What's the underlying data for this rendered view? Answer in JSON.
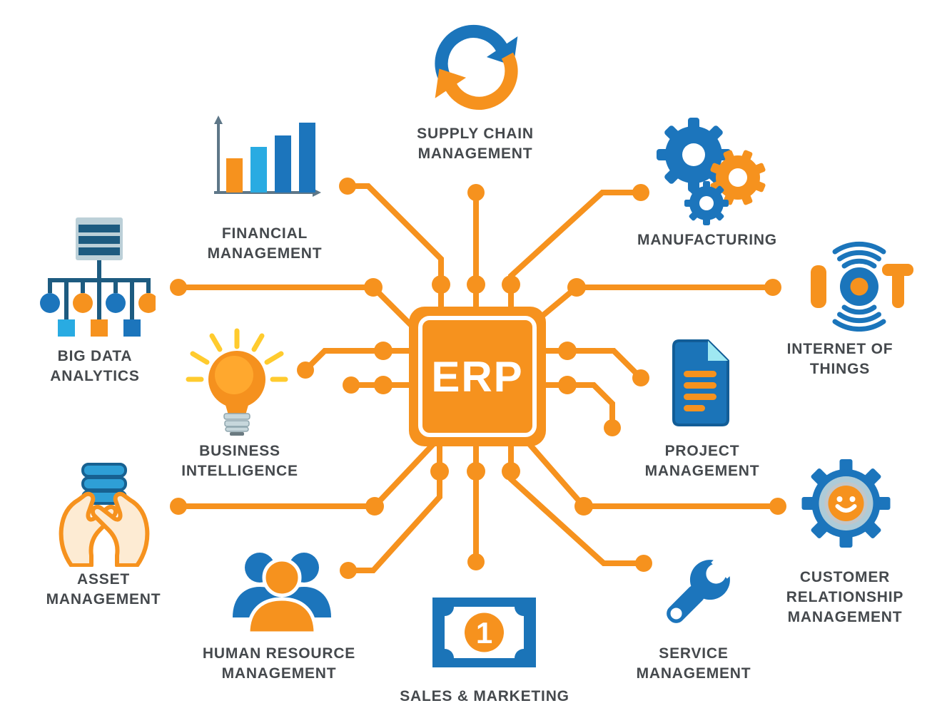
{
  "colors": {
    "accent_orange": "#F6921E",
    "accent_blue": "#1C75BC",
    "light_blue": "#29ABE2",
    "label_text": "#45494D",
    "ray_yellow": "#FFCB2E"
  },
  "center_chip": {
    "label": "ERP"
  },
  "modules": {
    "supply_chain": {
      "label": "SUPPLY CHAIN\nMANAGEMENT",
      "icon": "sync-arrows-icon"
    },
    "financial": {
      "label": "FINANCIAL\nMANAGEMENT",
      "icon": "bar-chart-icon"
    },
    "manufacturing": {
      "label": "MANUFACTURING",
      "icon": "gears-icon"
    },
    "big_data": {
      "label": "BIG DATA\nANALYTICS",
      "icon": "database-network-icon"
    },
    "iot": {
      "label": "INTERNET OF\nTHINGS",
      "icon": "iot-signal-icon"
    },
    "business_intelligence": {
      "label": "BUSINESS\nINTELLIGENCE",
      "icon": "lightbulb-icon"
    },
    "project": {
      "label": "PROJECT\nMANAGEMENT",
      "icon": "document-icon"
    },
    "asset": {
      "label": "ASSET\nMANAGEMENT",
      "icon": "hands-database-icon"
    },
    "hr": {
      "label": "HUMAN RESOURCE\nMANAGEMENT",
      "icon": "people-group-icon"
    },
    "sales": {
      "label": "SALES & MARKETING",
      "banknote_value": "1",
      "icon": "banknote-icon"
    },
    "service": {
      "label": "SERVICE\nMANAGEMENT",
      "icon": "wrench-icon"
    },
    "crm": {
      "label": "CUSTOMER\nRELATIONSHIP\nMANAGEMENT",
      "icon": "gear-smiley-icon"
    }
  }
}
